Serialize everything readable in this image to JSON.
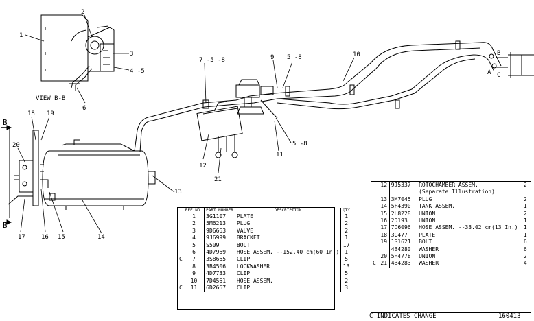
{
  "callouts": {
    "c1": "1",
    "c2": "2",
    "c3": "3",
    "c4": "4 -5",
    "c6": "6",
    "c7": "7 -5 -8",
    "c9": "9",
    "c5_8_top": "5 -8",
    "c10": "10",
    "c11": "11",
    "c5_8_low": "5 -8",
    "c12": "12",
    "c21": "21",
    "c13": "13",
    "c14": "14",
    "c15": "15",
    "c16": "16",
    "c17": "17",
    "c18": "18",
    "c19": "19",
    "c20": "20",
    "pA": "A",
    "pB": "B",
    "pC": "C"
  },
  "view_label": "VIEW B-B",
  "section_marker_top": "B",
  "section_marker_bottom": "B",
  "table_a": {
    "headers": {
      "ref": "REF NO.",
      "part": "PART NUMBER",
      "desc": "DESCRIPTION",
      "qty": "QTY"
    },
    "rows": [
      {
        "c": "",
        "ref": "1",
        "pn": "3G1107",
        "desc": "PLATE",
        "qty": "1"
      },
      {
        "c": "",
        "ref": "2",
        "pn": "5M6213",
        "desc": "PLUG",
        "qty": "2"
      },
      {
        "c": "",
        "ref": "3",
        "pn": "9D6663",
        "desc": "VALVE",
        "qty": "2"
      },
      {
        "c": "",
        "ref": "4",
        "pn": "9J6999",
        "desc": "BRACKET",
        "qty": "1"
      },
      {
        "c": "",
        "ref": "5",
        "pn": "S509",
        "desc": "BOLT",
        "qty": "17"
      },
      {
        "c": "",
        "ref": "6",
        "pn": "4D7969",
        "desc": "HOSE ASSEM. --152.40 cm(60 In.)",
        "qty": "1"
      },
      {
        "c": "C",
        "ref": "7",
        "pn": "3S8665",
        "desc": "CLIP",
        "qty": "5"
      },
      {
        "c": "",
        "ref": "8",
        "pn": "3B4506",
        "desc": "LOCKWASHER",
        "qty": "13"
      },
      {
        "c": "",
        "ref": "9",
        "pn": "4D7733",
        "desc": "CLIP",
        "qty": "5"
      },
      {
        "c": "",
        "ref": "10",
        "pn": "7D4561",
        "desc": "HOSE ASSEM.",
        "qty": "2"
      },
      {
        "c": "C",
        "ref": "11",
        "pn": "6D2667",
        "desc": "CLIP",
        "qty": "3"
      }
    ]
  },
  "table_b": {
    "rows": [
      {
        "c": "",
        "ref": "12",
        "pn": "9J5337",
        "desc": "ROTOCHAMBER ASSEM.",
        "qty": "2"
      },
      {
        "c": "",
        "ref": "",
        "pn": "",
        "desc": "(Separate Illustration)",
        "qty": ""
      },
      {
        "c": "",
        "ref": "13",
        "pn": "3M7045",
        "desc": "PLUG",
        "qty": "2"
      },
      {
        "c": "",
        "ref": "14",
        "pn": "5F4390",
        "desc": "TANK ASSEM.",
        "qty": "1"
      },
      {
        "c": "",
        "ref": "15",
        "pn": "2L8228",
        "desc": "UNION",
        "qty": "2"
      },
      {
        "c": "",
        "ref": "16",
        "pn": "2D193",
        "desc": "UNION",
        "qty": "1"
      },
      {
        "c": "",
        "ref": "17",
        "pn": "7D6096",
        "desc": "HOSE ASSEM. --33.02 cm(13 In.)",
        "qty": "1"
      },
      {
        "c": "",
        "ref": "18",
        "pn": "3G477",
        "desc": "PLATE",
        "qty": "1"
      },
      {
        "c": "",
        "ref": "19",
        "pn": "1S1621",
        "desc": "BOLT",
        "qty": "6"
      },
      {
        "c": "",
        "ref": "",
        "pn": "4B4280",
        "desc": "WASHER",
        "qty": "6"
      },
      {
        "c": "",
        "ref": "20",
        "pn": "5H4778",
        "desc": "UNION",
        "qty": "2"
      },
      {
        "c": "C",
        "ref": "21",
        "pn": "4B4283",
        "desc": "WASHER",
        "qty": "4"
      }
    ]
  },
  "footer_note": "C INDICATES CHANGE",
  "drawing_number": "160413"
}
